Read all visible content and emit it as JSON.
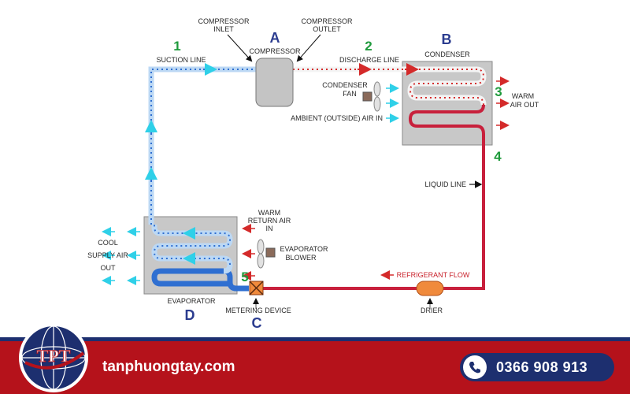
{
  "diagram": {
    "numbers": [
      "1",
      "2",
      "3",
      "4",
      "5"
    ],
    "letters": [
      "A",
      "B",
      "C",
      "D"
    ],
    "labels": {
      "compressor_inlet": [
        "COMPRESSOR",
        "INLET"
      ],
      "compressor_outlet": [
        "COMPRESSOR",
        "OUTLET"
      ],
      "compressor": "COMPRESSOR",
      "suction_line": "SUCTION LINE",
      "discharge_line": "DISCHARGE LINE",
      "condenser": "CONDENSER",
      "condenser_fan": [
        "CONDENSER",
        "FAN"
      ],
      "ambient_air_in": "AMBIENT (OUTSIDE) AIR IN",
      "warm_air_out": [
        "WARM",
        "AIR OUT"
      ],
      "liquid_line": "LIQUID LINE",
      "warm_return_air_in": [
        "WARM",
        "RETURN AIR",
        "IN"
      ],
      "evaporator_blower": [
        "EVAPORATOR",
        "BLOWER"
      ],
      "cool_supply_air_out": [
        "COOL",
        "SUPPLY AIR",
        "OUT"
      ],
      "refrigerant_flow": "REFRIGERANT FLOW",
      "evaporator": "EVAPORATOR",
      "metering_device": "METERING DEVICE",
      "drier": "DRIER"
    }
  },
  "footer": {
    "website": "tanphuongtay.com",
    "phone": "0366 908 913",
    "logo_text": "TPT"
  },
  "colors": {
    "footer_red": "#b5121b",
    "footer_navy": "#1d2f6f",
    "hot_line": "#c8202a",
    "cold_line": "#2f6fd1",
    "number_green": "#1f9a3c",
    "letter_navy": "#2b3c8f"
  }
}
